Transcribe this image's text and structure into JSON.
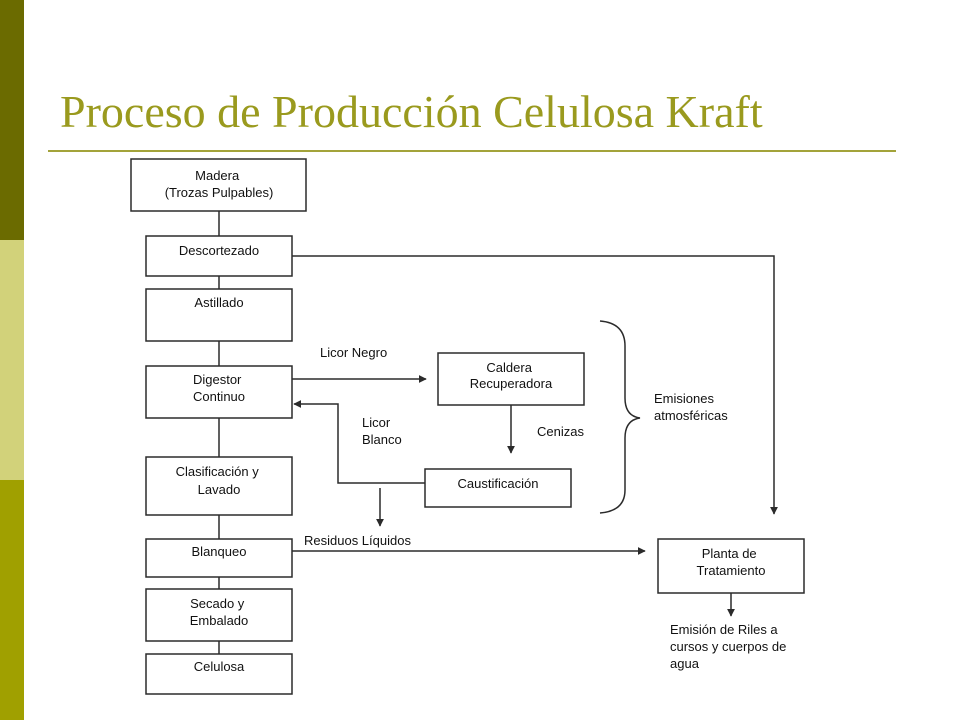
{
  "title": "Proceso de Producción Celulosa Kraft",
  "nodes": {
    "madera": [
      "Madera",
      "(Trozas Pulpables)"
    ],
    "descortezado": [
      "Descortezado"
    ],
    "astillado": [
      "Astillado"
    ],
    "digestor": [
      "Digestor",
      "Continuo"
    ],
    "clasificacion": [
      "Clasificación y",
      "Lavado"
    ],
    "blanqueo": [
      "Blanqueo"
    ],
    "secado": [
      "Secado y",
      "Embalado"
    ],
    "celulosa": [
      "Celulosa"
    ],
    "caldera": [
      "Caldera",
      "Recuperadora"
    ],
    "caustificacion": [
      "Caustificación"
    ],
    "planta": [
      "Planta de",
      "Tratamiento"
    ]
  },
  "labels": {
    "licor_negro": [
      "Licor Negro"
    ],
    "licor_blanco": [
      "Licor",
      "Blanco"
    ],
    "cenizas": [
      "Cenizas"
    ],
    "residuos": [
      "Residuos Líquidos"
    ],
    "emisiones": [
      "Emisiones",
      "atmosféricas"
    ],
    "emision_riles": [
      "Emisión de Riles a",
      "cursos y cuerpos de",
      "agua"
    ]
  }
}
